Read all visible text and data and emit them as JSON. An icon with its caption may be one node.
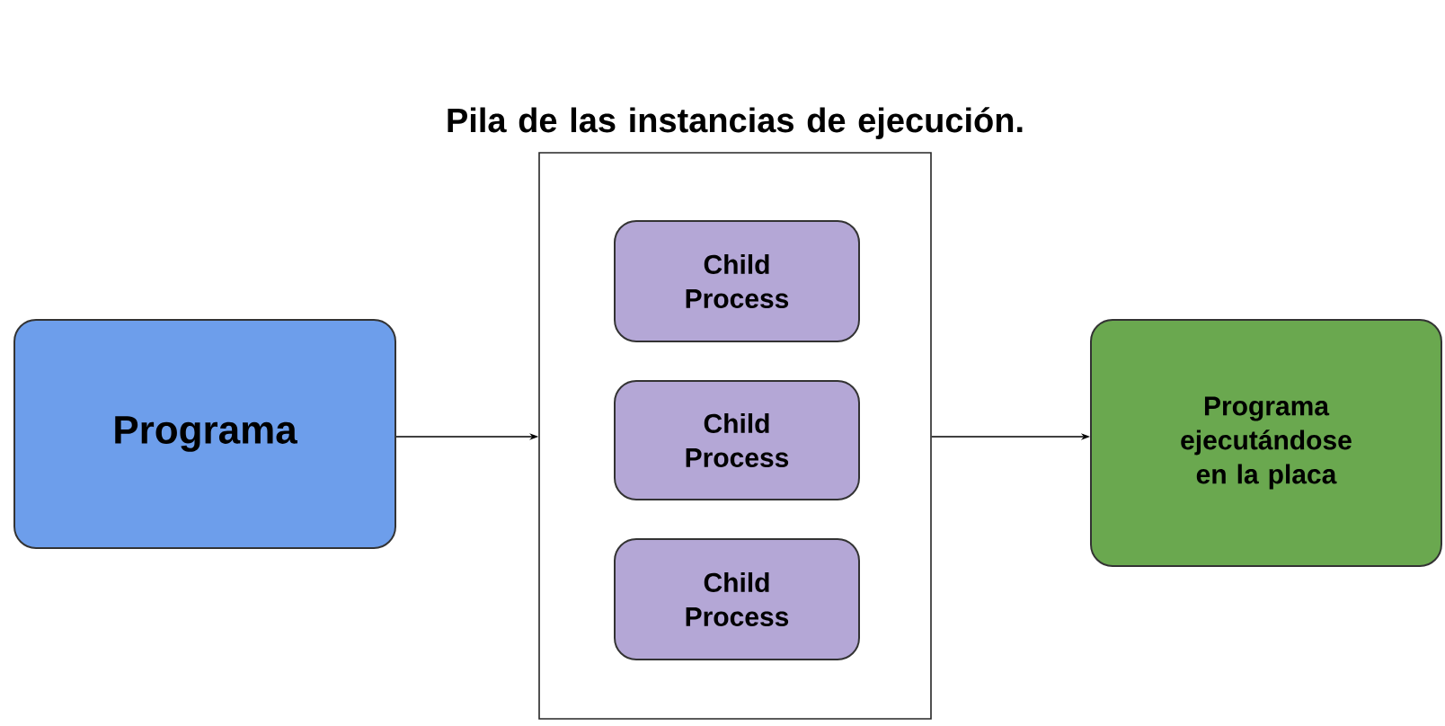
{
  "diagram": {
    "nodes": [
      {
        "text": [
          "Programa"
        ]
      },
      {
        "text": [
          "Pila de las instancias de ejecución."
        ]
      },
      {
        "text": [
          "Child Process"
        ],
        "in": 1
      },
      {
        "text": [
          "Child Process"
        ],
        "in": 1
      },
      {
        "text": [
          "Child Process"
        ],
        "in": 1
      },
      {
        "text": [
          "Programa ejecutándose en la placa"
        ]
      }
    ],
    "edges": [
      {
        "from": 0,
        "to": 1,
        "arrow": "to"
      },
      {
        "from": 1,
        "to": 5,
        "arrow": "to"
      }
    ]
  }
}
